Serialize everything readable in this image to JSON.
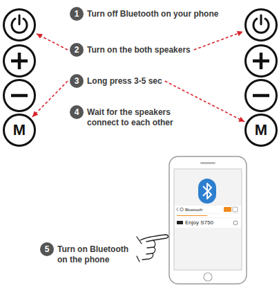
{
  "diagram": {
    "nodes": [
      {
        "text": [
          "1",
          "Turn off Bluetooth on your phone"
        ]
      },
      {
        "text": [
          "2",
          "Turn on the both speakers"
        ]
      },
      {
        "text": [
          "3",
          "Long press 3-5 sec"
        ]
      },
      {
        "text": [
          "4",
          "Wait for the speakers connect to each other"
        ]
      },
      {
        "text": [
          "M"
        ]
      },
      {
        "text": [
          "M"
        ]
      },
      {
        "text": [
          "5",
          "Turn on Bluetooth on the phone"
        ]
      }
    ],
    "edges": [
      {
        "from": 2,
        "to": 4,
        "arrow": "to"
      },
      {
        "from": 2,
        "to": 5,
        "arrow": "to"
      }
    ],
    "labels": [
      "Bluetooth",
      "Enjoy S750"
    ]
  }
}
